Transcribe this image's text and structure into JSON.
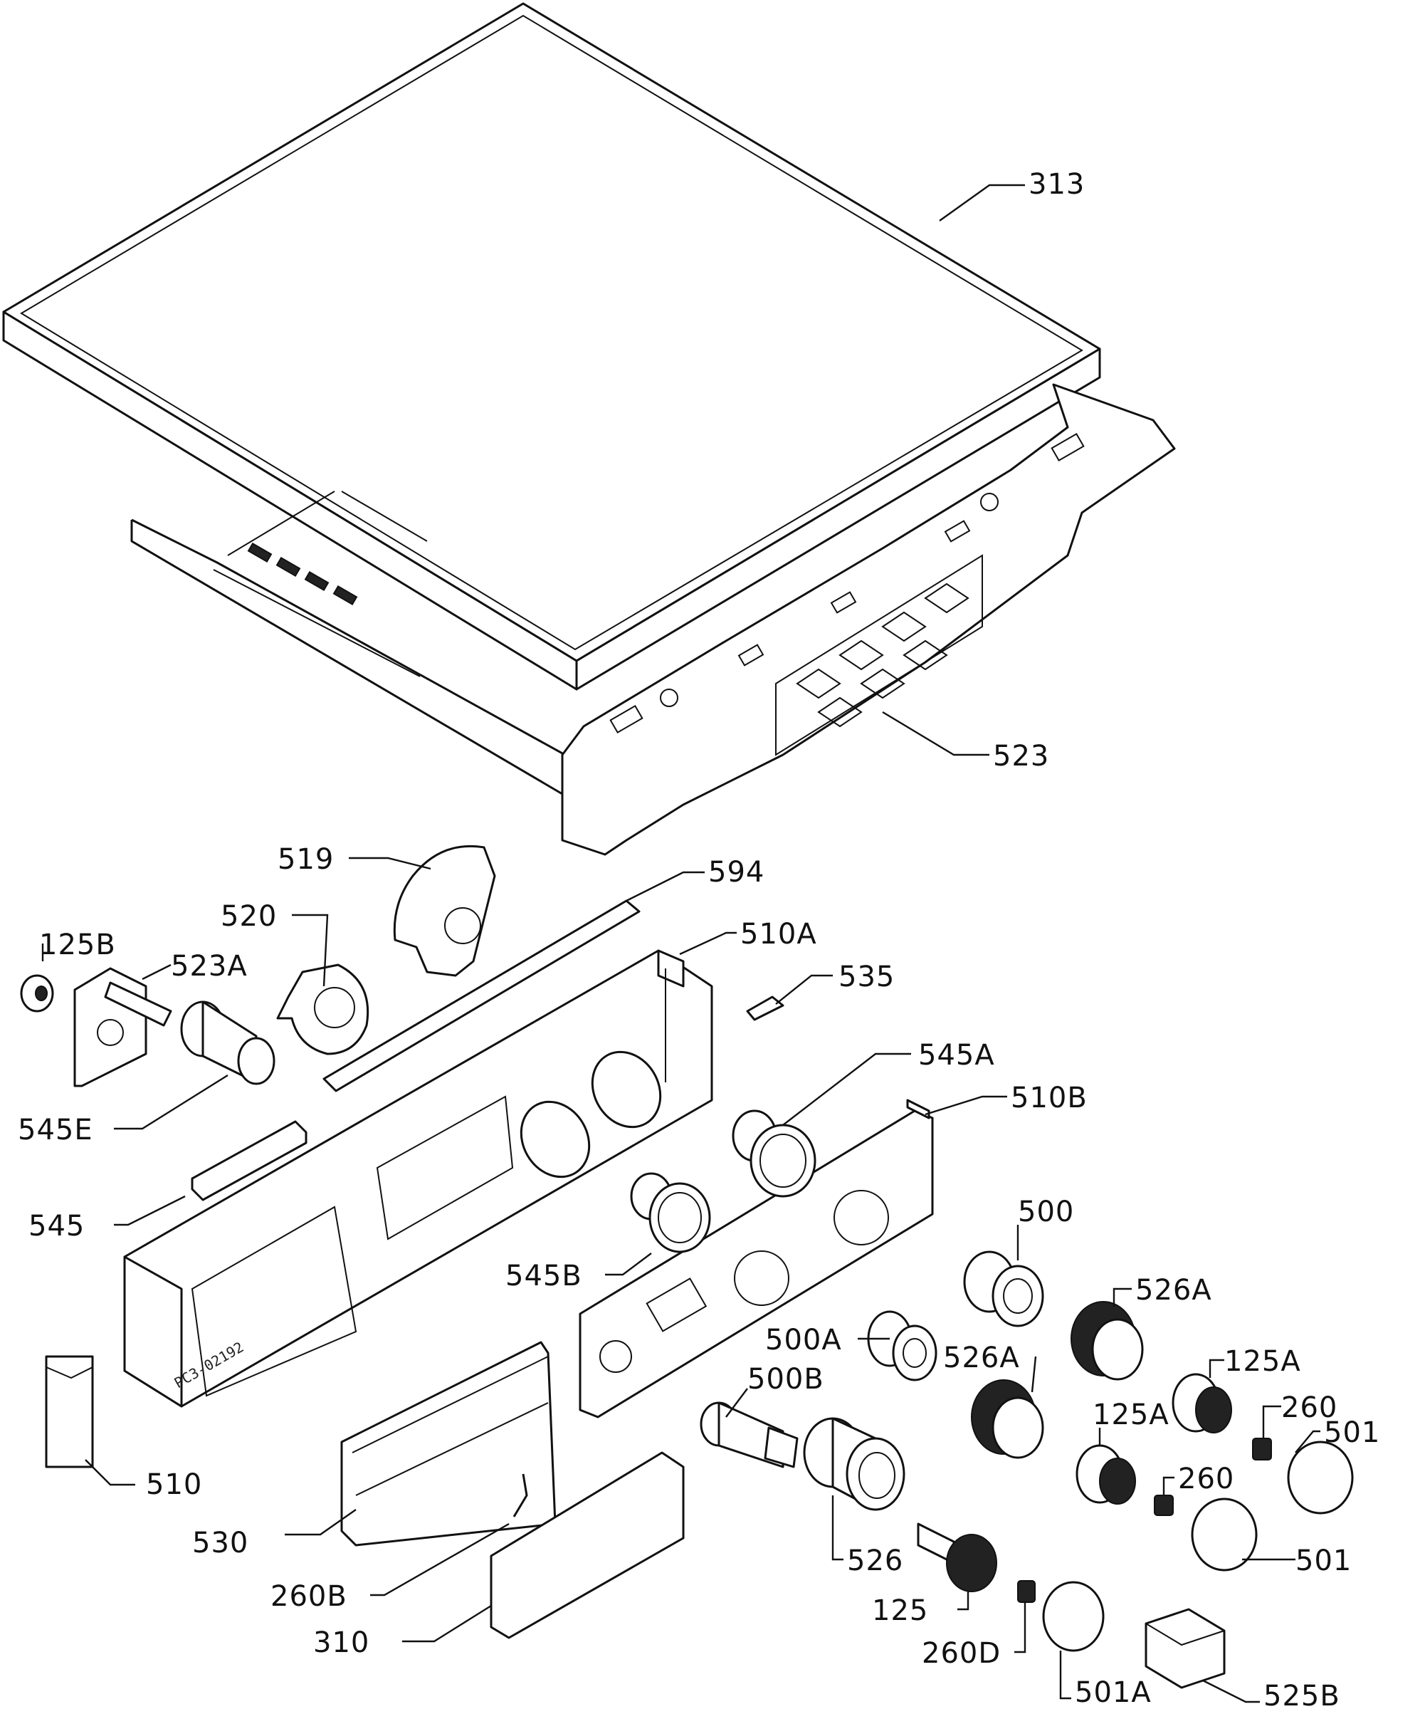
{
  "stamp": "PC3-02192",
  "labels": {
    "p313": "313",
    "p523": "523",
    "p519": "519",
    "p594": "594",
    "p520": "520",
    "p510A": "510A",
    "p125B": "125B",
    "p523A": "523A",
    "p535": "535",
    "p545A": "545A",
    "p545E": "545E",
    "p510B": "510B",
    "p545": "545",
    "p500": "500",
    "p545B": "545B",
    "p526A_1": "526A",
    "p500A": "500A",
    "p526A_2": "526A",
    "p125A_1": "125A",
    "p500B": "500B",
    "p260_1": "260",
    "p125A_2": "125A",
    "p501_1": "501",
    "p510": "510",
    "p260_2": "260",
    "p530": "530",
    "p526": "526",
    "p501_2": "501",
    "p260B": "260B",
    "p125": "125",
    "p310": "310",
    "p260D": "260D",
    "p501A": "501A",
    "p525B": "525B"
  }
}
